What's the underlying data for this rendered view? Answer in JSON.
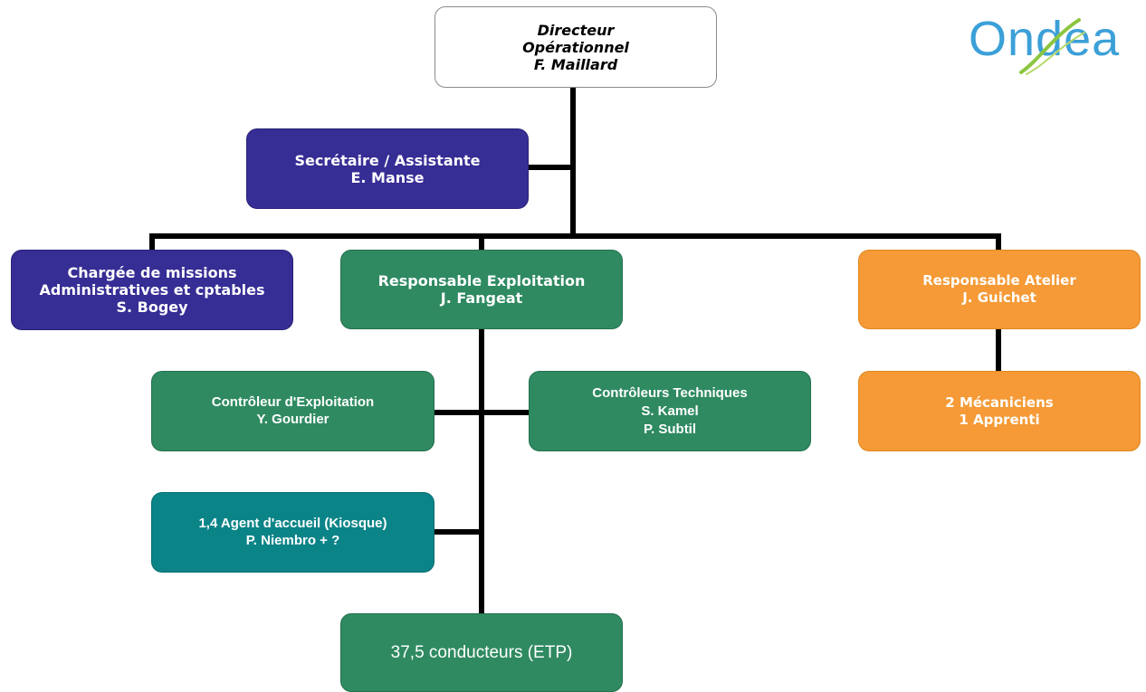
{
  "logo": {
    "text": "Ondea",
    "color": "#3ca0d8",
    "accent": "#8cc63f"
  },
  "nodes": {
    "directeur": {
      "lines": [
        "Directeur",
        "Opérationnel",
        "F. Maillard"
      ]
    },
    "secretaire": {
      "lines": [
        "Secrétaire / Assistante",
        "E. Manse"
      ]
    },
    "chargee": {
      "lines": [
        "Chargée de missions",
        "Administratives et cptables",
        "S. Bogey"
      ]
    },
    "resp_exploitation": {
      "lines": [
        "Responsable Exploitation",
        "J. Fangeat"
      ]
    },
    "resp_atelier": {
      "lines": [
        "Responsable Atelier",
        "J. Guichet"
      ]
    },
    "controleur_exploitation": {
      "lines": [
        "Contrôleur d'Exploitation",
        "Y. Gourdier"
      ]
    },
    "controleurs_techniques": {
      "lines": [
        "Contrôleurs Techniques",
        "S. Kamel",
        "P. Subtil"
      ]
    },
    "mecaniciens": {
      "lines": [
        "2 Mécaniciens",
        "1 Apprenti"
      ]
    },
    "agent_accueil": {
      "lines": [
        "1,4 Agent d'accueil (Kiosque)",
        "P. Niembro + ?"
      ]
    },
    "conducteurs": {
      "lines": [
        "37,5 conducteurs (ETP)"
      ]
    }
  },
  "colors": {
    "blue": "#362d95",
    "green": "#2f8a61",
    "teal": "#0b8488",
    "orange": "#f59a36"
  }
}
